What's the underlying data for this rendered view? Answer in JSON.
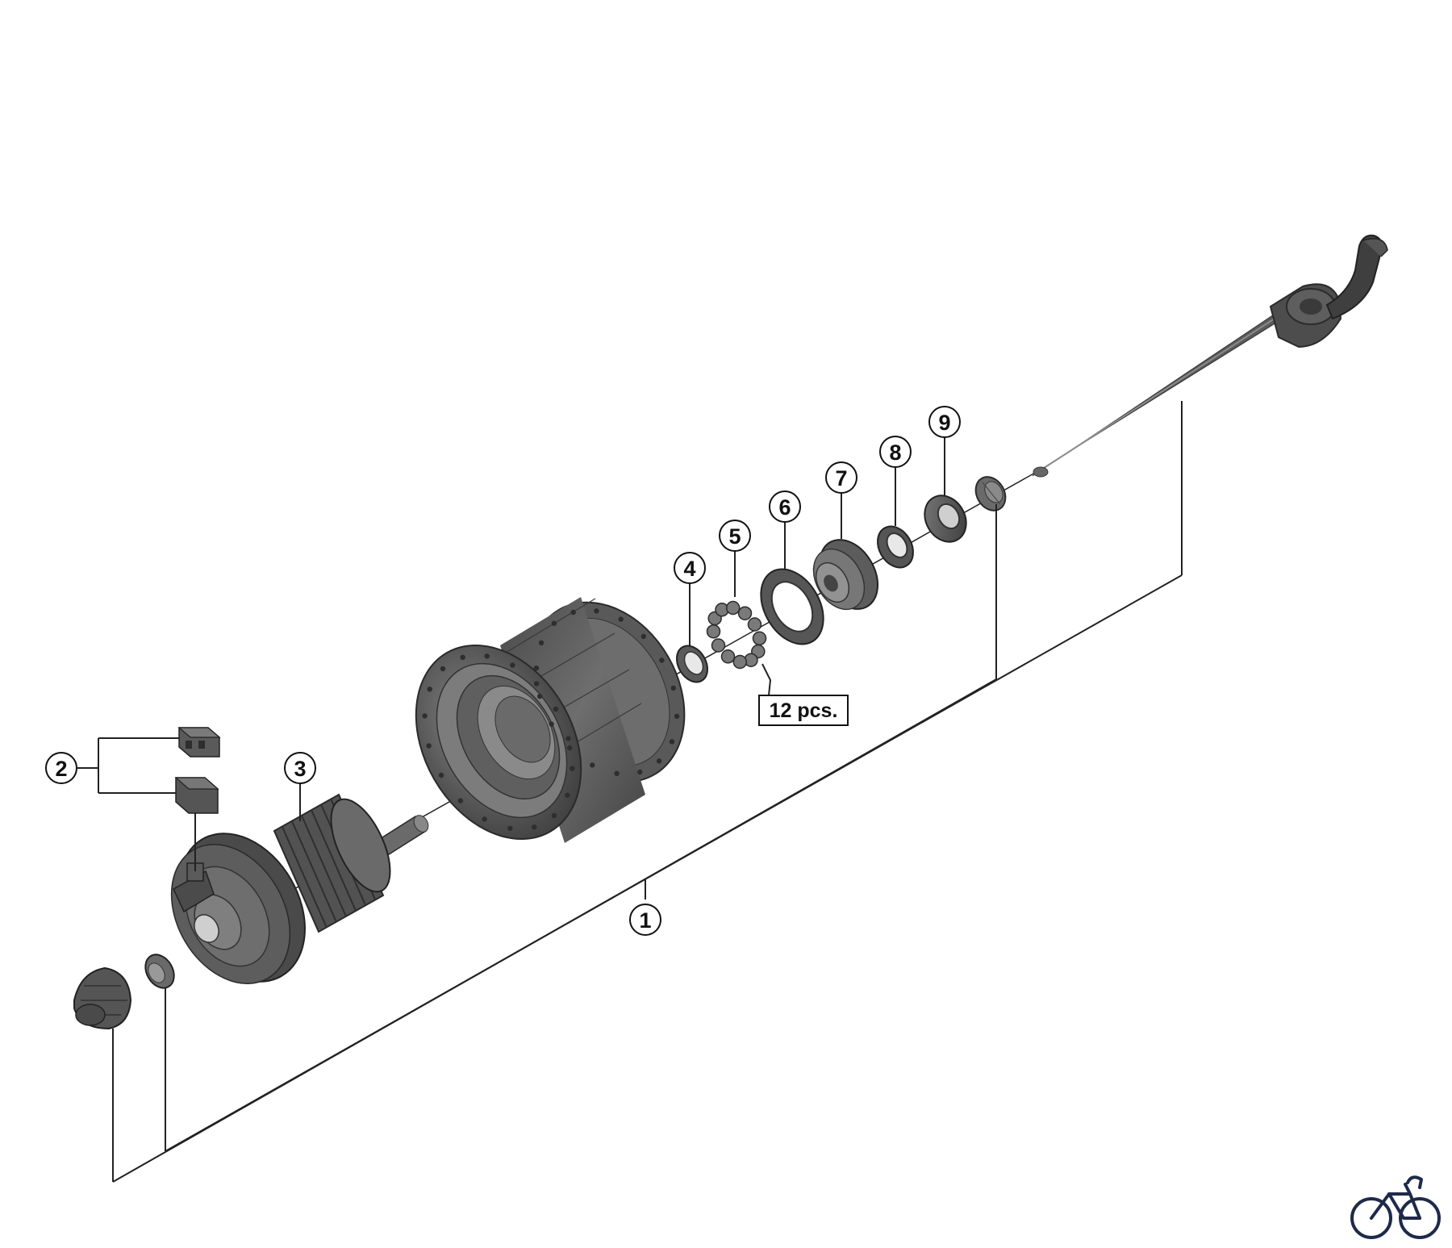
{
  "diagram": {
    "callouts": {
      "c1": "1",
      "c2": "2",
      "c3": "3",
      "c4": "4",
      "c5": "5",
      "c6": "6",
      "c7": "7",
      "c8": "8",
      "c9": "9"
    },
    "quantity_note": "12 pcs."
  },
  "logo": {
    "icon": "bicycle-icon",
    "color": "#1e2a4a"
  }
}
